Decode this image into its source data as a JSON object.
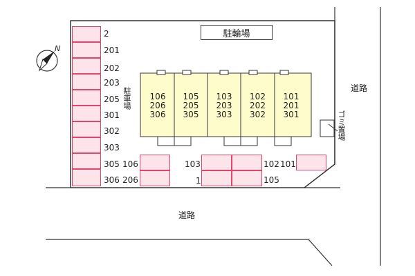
{
  "roads": {
    "right": "道路",
    "bottom": "道路"
  },
  "facilities": {
    "bicycle_parking": "駐輪場",
    "car_parking": "駐車場",
    "garbage": "ゴミ置場"
  },
  "left_stall_labels": [
    "2",
    "201",
    "202",
    "203",
    "205",
    "301",
    "302",
    "303",
    "305",
    "306"
  ],
  "bottom_stall_labels": [
    "106",
    "206",
    "103",
    "1",
    "102",
    "105",
    "101"
  ],
  "buildings": [
    {
      "lines": [
        "106",
        "206",
        "306"
      ]
    },
    {
      "lines": [
        "105",
        "205",
        "305"
      ]
    },
    {
      "lines": [
        "103",
        "203",
        "303"
      ]
    },
    {
      "lines": [
        "102",
        "202",
        "302"
      ]
    },
    {
      "lines": [
        "101",
        "201",
        "301"
      ]
    }
  ],
  "compass": {
    "label": "N"
  },
  "colors": {
    "building_fill": "#fffccc",
    "stall_fill": "#fde3ea",
    "stall_border": "#e0456a",
    "outline": "#333333"
  }
}
